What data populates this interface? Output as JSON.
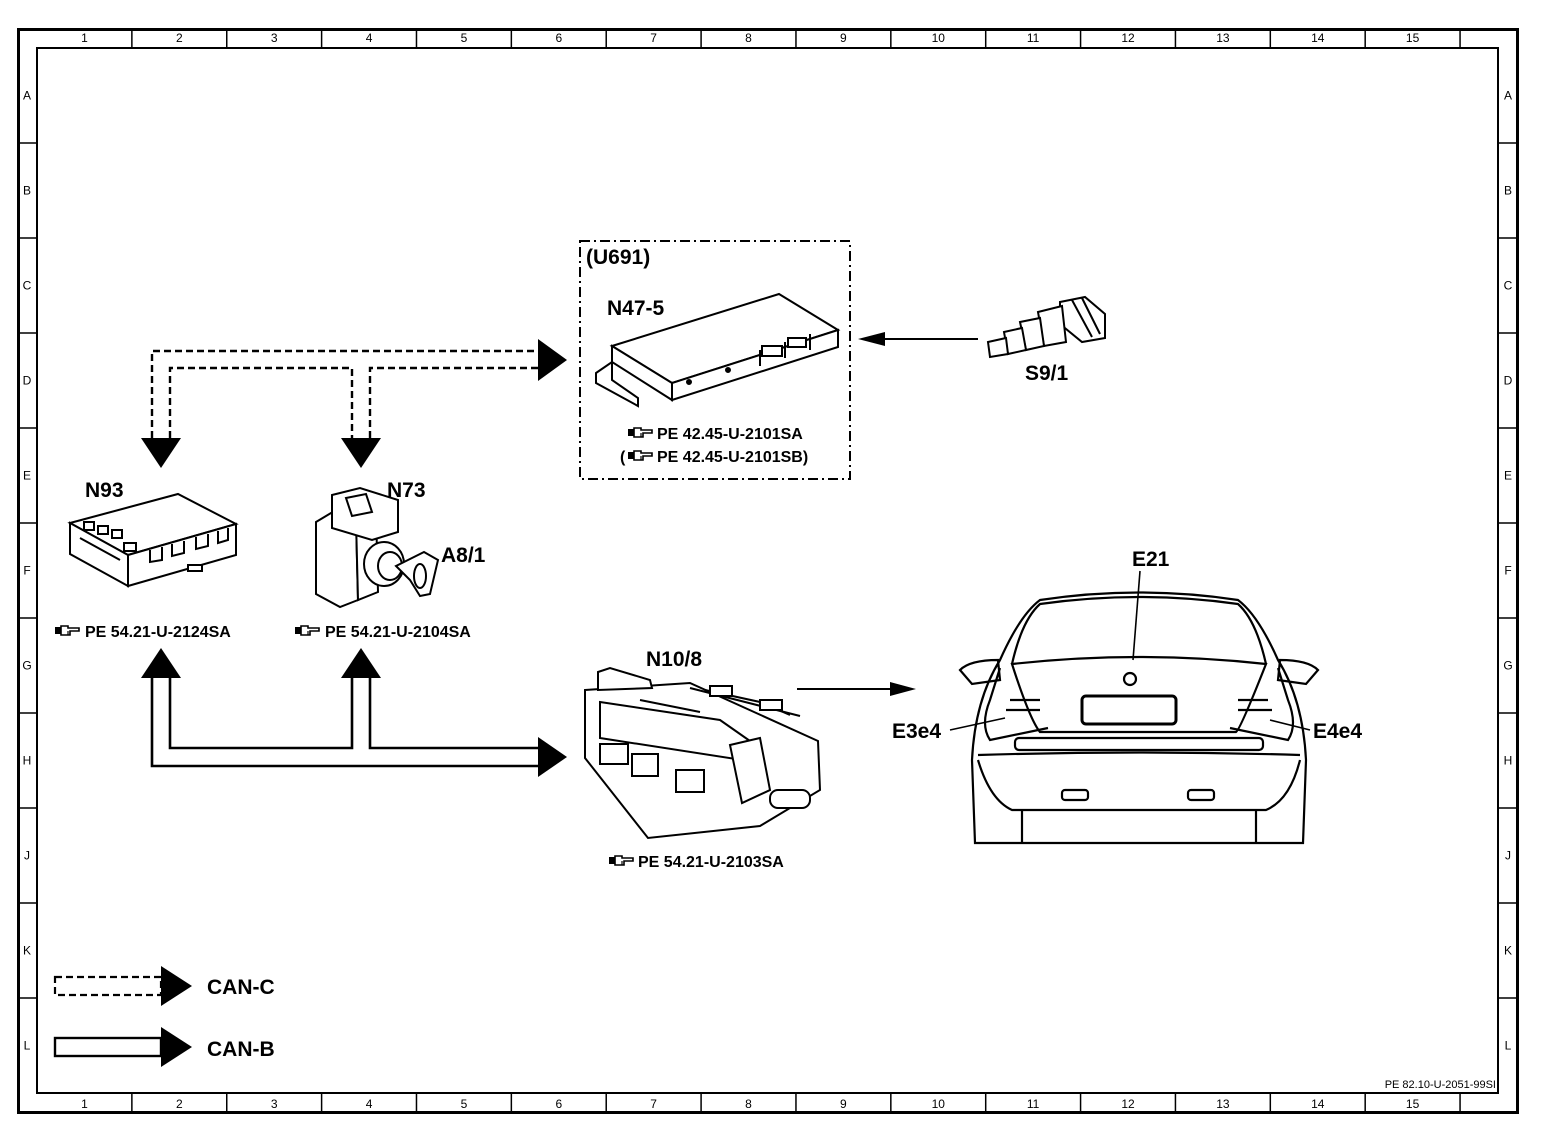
{
  "grid": {
    "columns": [
      "1",
      "2",
      "3",
      "4",
      "5",
      "6",
      "7",
      "8",
      "9",
      "10",
      "11",
      "12",
      "13",
      "14",
      "15"
    ],
    "rows": [
      "A",
      "B",
      "C",
      "D",
      "E",
      "F",
      "G",
      "H",
      "J",
      "K",
      "L"
    ]
  },
  "group": {
    "label": "(U691)"
  },
  "components": {
    "n47_5": {
      "label": "N47-5",
      "ref1": "PE  42.45-U-2101SA",
      "ref2": "(",
      "ref2b": "PE  42.45-U-2101SB)"
    },
    "s9_1": {
      "label": "S9/1"
    },
    "n93": {
      "label": "N93",
      "ref": "PE  54.21-U-2124SA"
    },
    "n73": {
      "label": "N73",
      "ref": "PE  54.21-U-2104SA"
    },
    "a8_1": {
      "label": "A8/1"
    },
    "n10_8": {
      "label": "N10/8",
      "ref": "PE  54.21-U-2103SA"
    },
    "e21": {
      "label": "E21"
    },
    "e3e4": {
      "label": "E3e4"
    },
    "e4e4": {
      "label": "E4e4"
    }
  },
  "legend": {
    "can_c": "CAN-C",
    "can_b": "CAN-B"
  },
  "footer": {
    "doc_id": "PE 82.10-U-2051-99SI"
  },
  "colors": {
    "ink": "#000000",
    "paper": "#ffffff"
  },
  "icons": {
    "reference": "pointing-hand-icon"
  }
}
